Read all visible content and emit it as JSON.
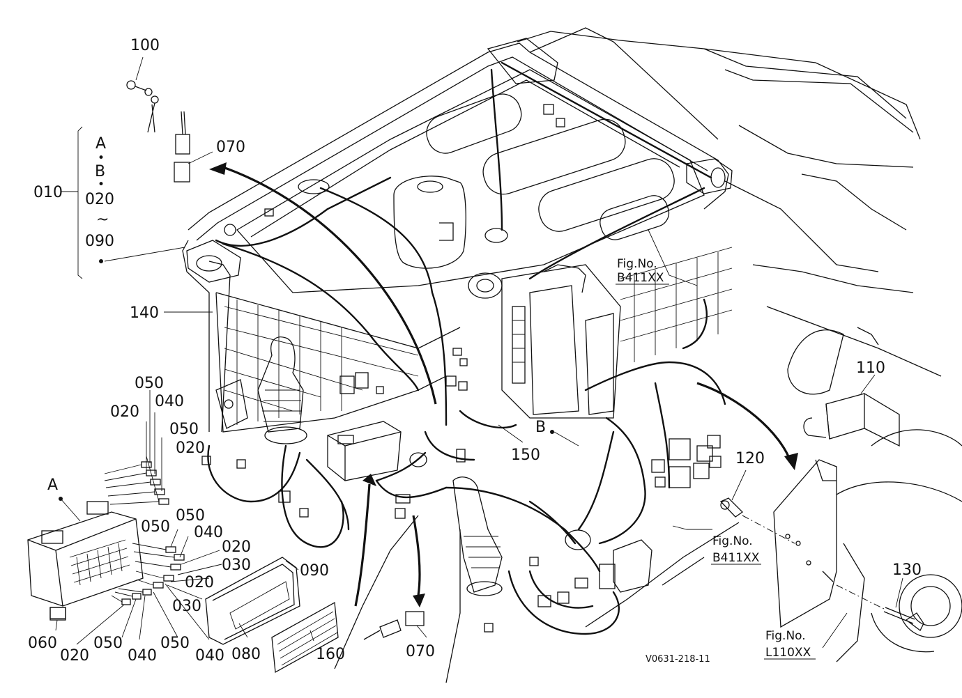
{
  "callouts": {
    "c100": "100",
    "c070a": "070",
    "c010": "010",
    "bracket_a": "A",
    "bracket_dot1": "•",
    "bracket_b": "B",
    "bracket_dot2": "•",
    "bracket_020": "020",
    "bracket_tilde": "~",
    "bracket_090": "090",
    "c140": "140",
    "c050a": "050",
    "c040a": "040",
    "c020a": "020",
    "c050b": "050",
    "c020b": "020",
    "letter_a": "A",
    "c050c": "050",
    "c040b": "040",
    "c050d": "050",
    "c020c": "020",
    "c030a": "030",
    "c020d": "020",
    "c090": "090",
    "c030b": "030",
    "c060": "060",
    "c020e": "020",
    "c050e": "050",
    "c040c": "040",
    "c050f": "050",
    "c040d": "040",
    "c080": "080",
    "c160": "160",
    "c070b": "070",
    "c150": "150",
    "letter_b": "B",
    "c110": "110",
    "c120": "120",
    "c130": "130"
  },
  "references": {
    "fig1_title": "Fig.No.",
    "fig1_code": "B411XX",
    "fig2_title": "Fig.No.",
    "fig2_code": "B411XX",
    "fig3_title": "Fig.No.",
    "fig3_code": "L110XX"
  },
  "drawing_code": "V0631-218-11"
}
